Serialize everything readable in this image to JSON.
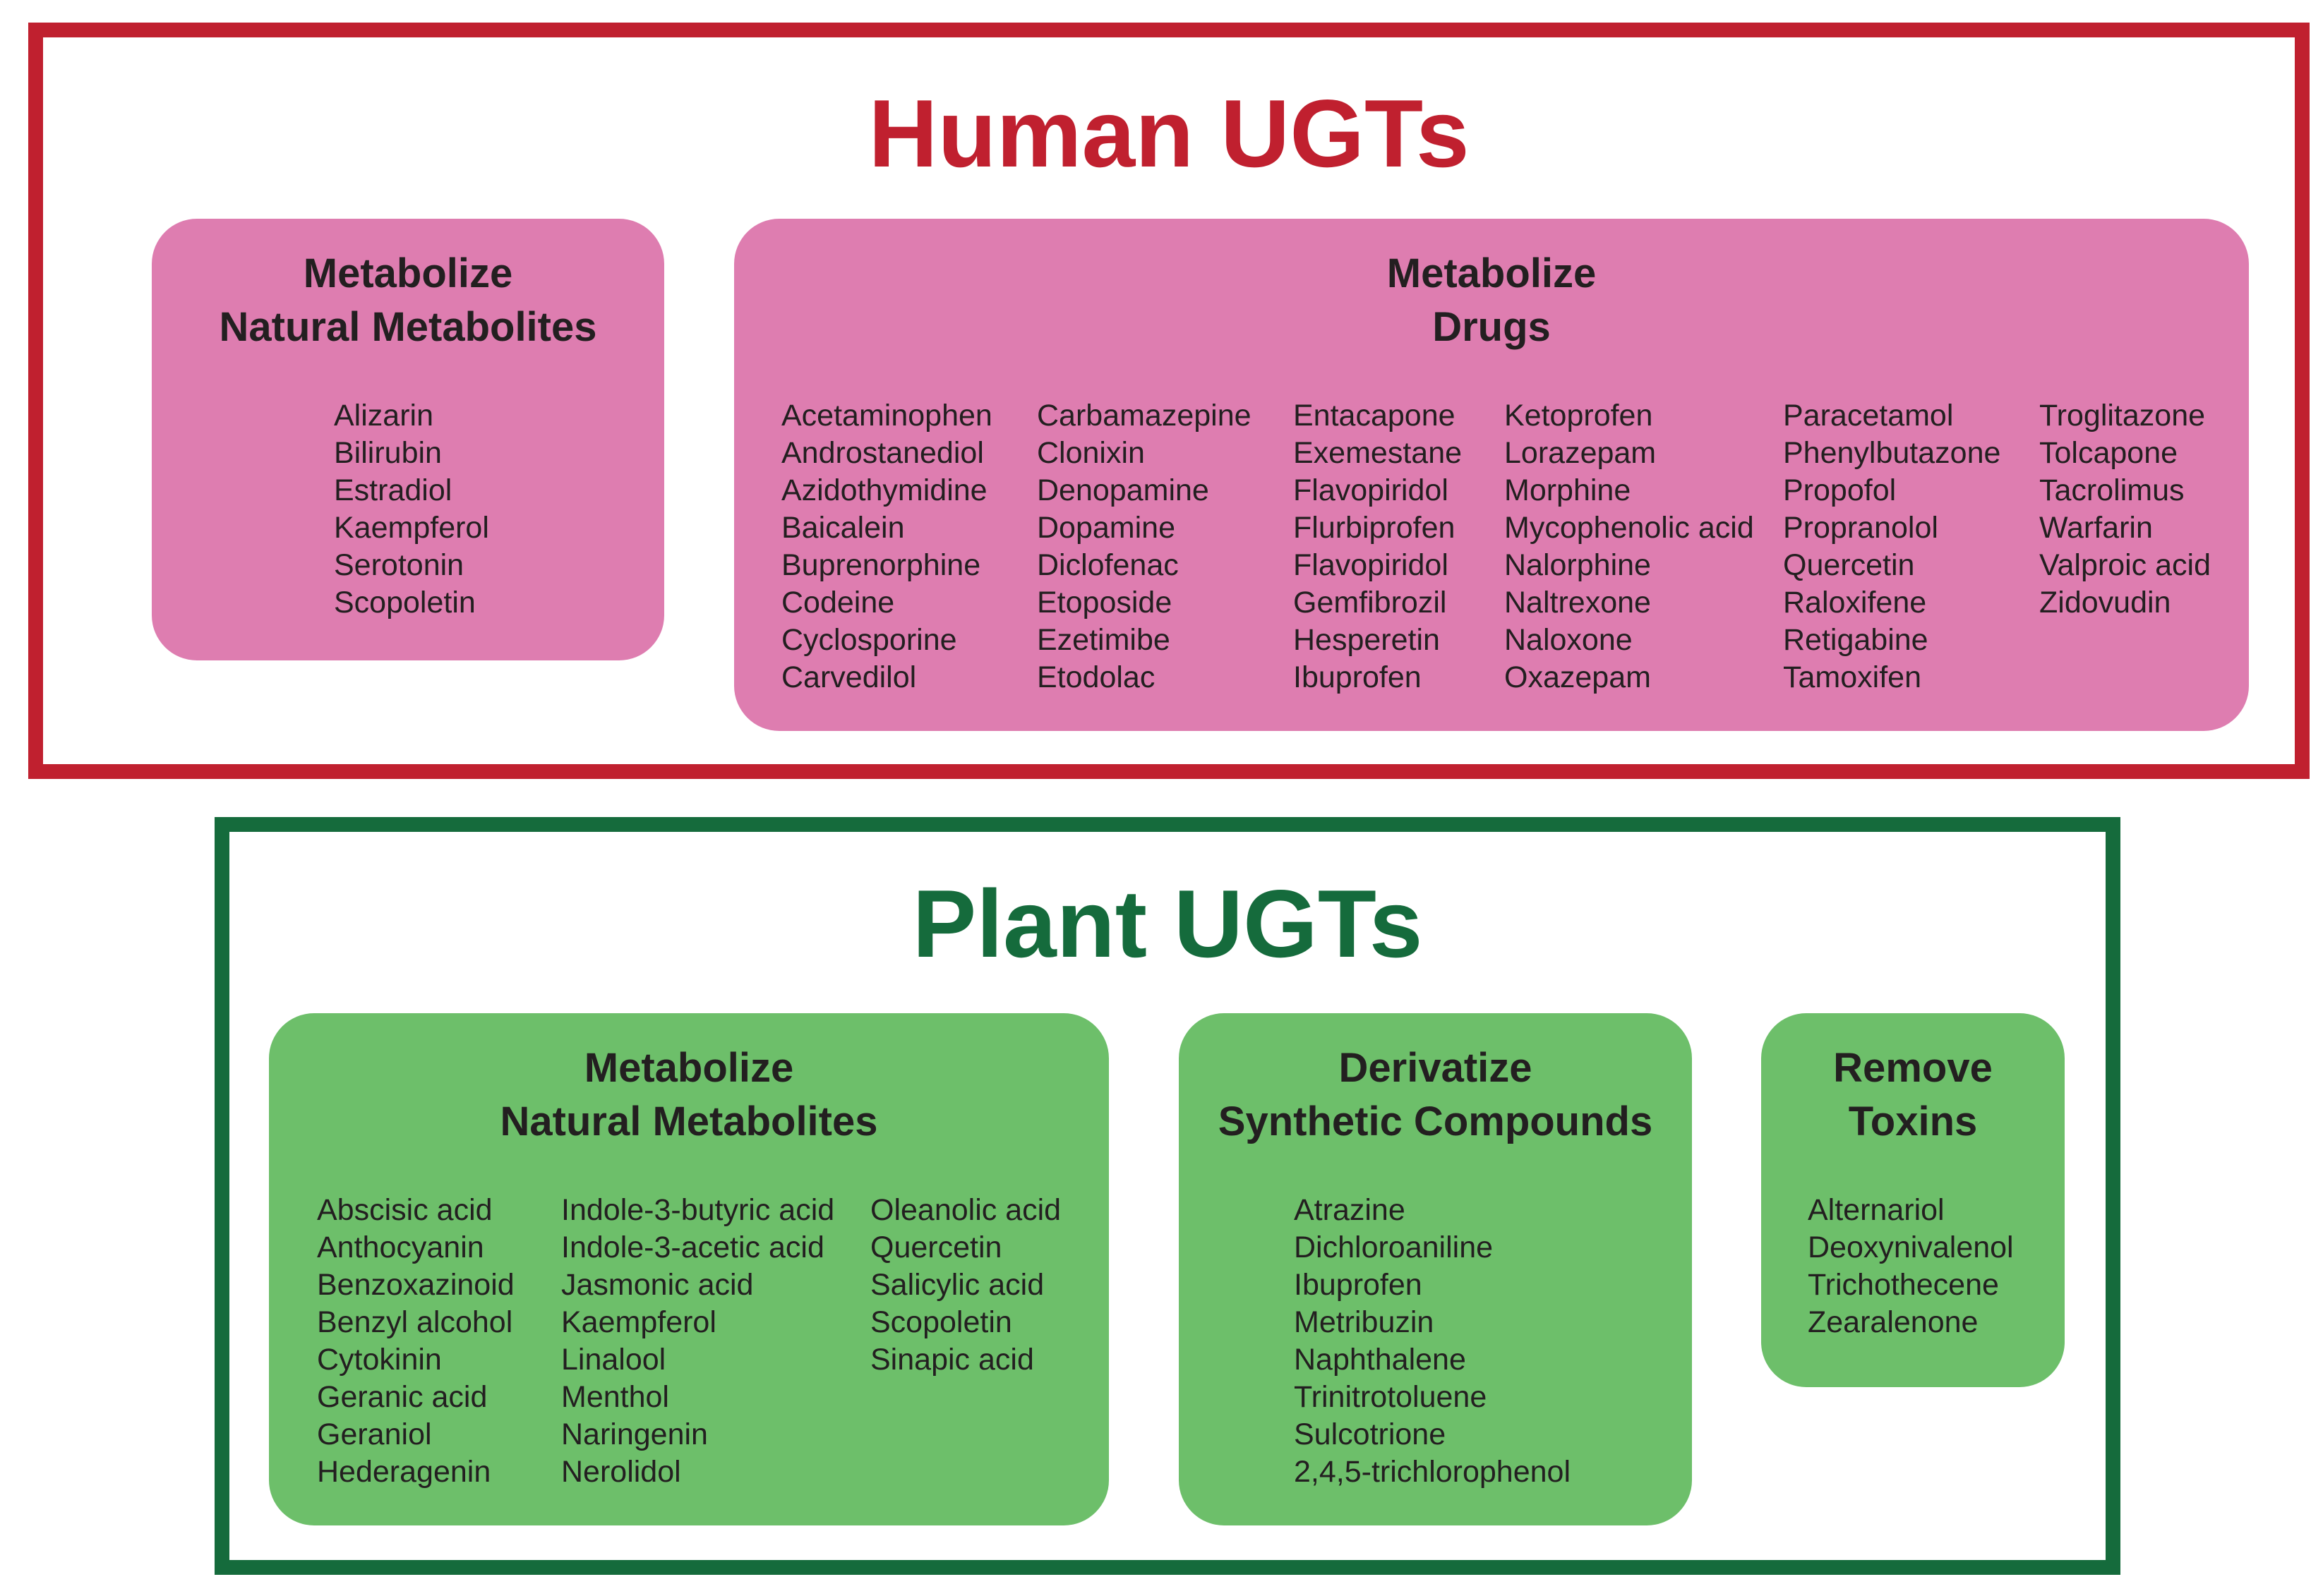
{
  "human": {
    "title": "Human UGTs",
    "natural": {
      "title": [
        "Metabolize",
        "Natural Metabolites"
      ],
      "items": [
        "Alizarin",
        "Bilirubin",
        "Estradiol",
        "Kaempferol",
        "Serotonin",
        "Scopoletin"
      ]
    },
    "drugs": {
      "title": [
        "Metabolize",
        "Drugs"
      ],
      "columns": [
        [
          "Acetaminophen",
          "Androstanediol",
          "Azidothymidine",
          "Baicalein",
          "Buprenorphine",
          "Codeine",
          "Cyclosporine",
          "Carvedilol"
        ],
        [
          "Carbamazepine",
          "Clonixin",
          "Denopamine",
          "Dopamine",
          "Diclofenac",
          "Etoposide",
          "Ezetimibe",
          "Etodolac"
        ],
        [
          "Entacapone",
          "Exemestane",
          "Flavopiridol",
          "Flurbiprofen",
          "Flavopiridol",
          "Gemfibrozil",
          "Hesperetin",
          "Ibuprofen"
        ],
        [
          "Ketoprofen",
          "Lorazepam",
          "Morphine",
          "Mycophenolic acid",
          "Nalorphine",
          "Naltrexone",
          "Naloxone",
          "Oxazepam"
        ],
        [
          "Paracetamol",
          "Phenylbutazone",
          "Propofol",
          "Propranolol",
          "Quercetin",
          "Raloxifene",
          "Retigabine",
          "Tamoxifen"
        ],
        [
          "Troglitazone",
          "Tolcapone",
          "Tacrolimus",
          "Warfarin",
          "Valproic acid",
          "Zidovudin"
        ]
      ]
    }
  },
  "plant": {
    "title": "Plant UGTs",
    "natural": {
      "title": [
        "Metabolize",
        "Natural Metabolites"
      ],
      "columns": [
        [
          "Abscisic acid",
          "Anthocyanin",
          "Benzoxazinoid",
          "Benzyl alcohol",
          "Cytokinin",
          "Geranic acid",
          "Geraniol",
          "Hederagenin"
        ],
        [
          "Indole-3-butyric acid",
          "Indole-3-acetic acid",
          "Jasmonic acid",
          "Kaempferol",
          "Linalool",
          "Menthol",
          "Naringenin",
          "Nerolidol"
        ],
        [
          "Oleanolic acid",
          "Quercetin",
          "Salicylic acid",
          "Scopoletin",
          "Sinapic acid"
        ]
      ]
    },
    "synthetic": {
      "title": [
        "Derivatize",
        "Synthetic Compounds"
      ],
      "items": [
        "Atrazine",
        "Dichloroaniline",
        "Ibuprofen",
        "Metribuzin",
        "Naphthalene",
        "Trinitrotoluene",
        "Sulcotrione",
        "2,4,5-trichlorophenol"
      ]
    },
    "toxins": {
      "title": [
        "Remove",
        "Toxins"
      ],
      "items": [
        "Alternariol",
        "Deoxynivalenol",
        "Trichothecene",
        "Zearalenone"
      ]
    }
  },
  "colors": {
    "human_accent": "#c0202f",
    "human_box": "#de7db0",
    "plant_accent": "#156b3c",
    "plant_box": "#6dbf6a",
    "text": "#231f20"
  }
}
